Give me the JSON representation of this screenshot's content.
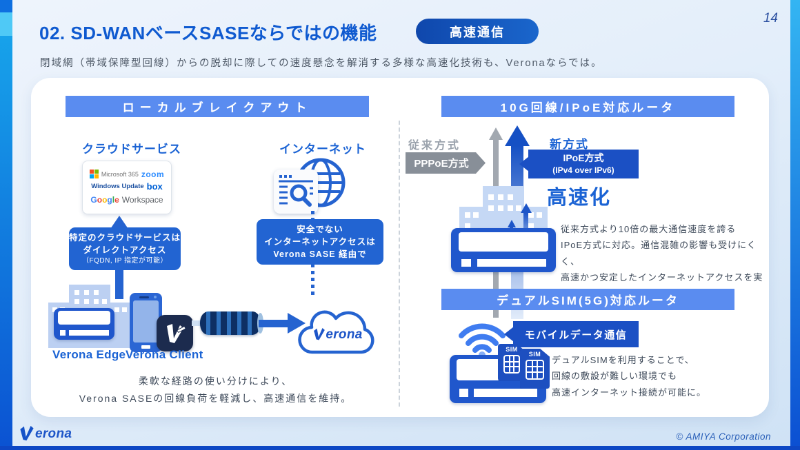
{
  "page_number": "14",
  "header": {
    "title": "02. SD-WANベースSASEならではの機能",
    "badge": "高速通信",
    "subtitle": "閉域網（帯域保障型回線）からの脱却に際しての速度懸念を解消する多様な高速化技術も、Veronaならでは。"
  },
  "local_breakout": {
    "header": "ローカルブレイクアウト",
    "cloud_services_label": "クラウドサービス",
    "internet_label": "インターネット",
    "logos": {
      "microsoft365": "Microsoft 365",
      "zoom": "zoom",
      "windows_update": "Windows Update",
      "box": "box",
      "google_letters": [
        "G",
        "o",
        "o",
        "g",
        "l",
        "e"
      ],
      "workspace": "Workspace"
    },
    "direct_callout": {
      "line1": "特定のクラウドサービスは",
      "line2": "ダイレクトアクセス",
      "line3": "（FQDN, IP 指定が可能）"
    },
    "sase_callout": {
      "line1": "安全でない",
      "line2": "インターネットアクセスは",
      "line3": "Verona SASE 経由で"
    },
    "edge_label": "Verona Edge",
    "client_label": "Verona Client",
    "cloud_logo": "erona",
    "caption": {
      "line1": "柔軟な経路の使い分けにより、",
      "line2": "Verona SASEの回線負荷を軽減し、高速通信を維持。"
    }
  },
  "router_10g": {
    "header": "10G回線/IPoE対応ルータ",
    "legacy_label": "従来方式",
    "new_label": "新方式",
    "pppoe_badge": "PPPoE方式",
    "ipoe_badge": {
      "line1": "IPoE方式",
      "line2": "(IPv4 over IPv6)"
    },
    "speedup": "高速化",
    "description": {
      "line1": "従来方式より10倍の最大通信速度を誇る",
      "line2": "IPoE方式に対応。通信混雑の影響も受けにくく、",
      "line3": "高速かつ安定したインターネットアクセスを実現。"
    }
  },
  "dual_sim": {
    "header": "デュアルSIM(5G)対応ルータ",
    "mobile_badge": "モバイルデータ通信",
    "sim_label": "SIM",
    "description": {
      "line1": "デュアルSIMを利用することで、",
      "line2": "回線の敷設が難しい環境でも",
      "line3": "高速インターネット接続が可能に。"
    }
  },
  "footer": {
    "logo": "erona",
    "copyright": "© AMIYA Corporation"
  },
  "colors": {
    "accent_blue": "#0f5ad0",
    "band_blue": "#5a8cf0",
    "callout_blue": "#2264d2",
    "badge_navy": "#1b50c4",
    "legacy_gray": "#888f98"
  }
}
